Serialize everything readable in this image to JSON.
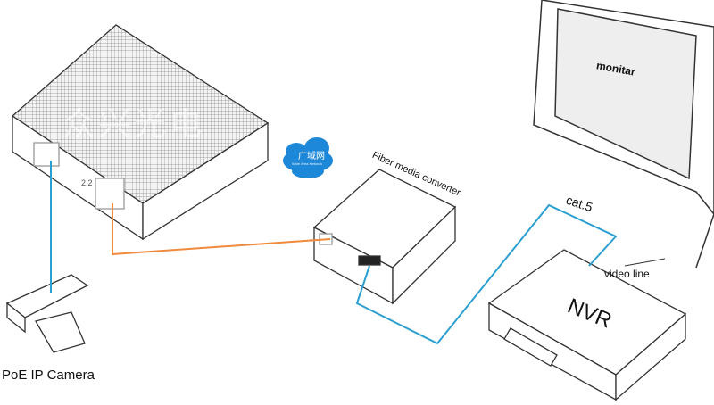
{
  "labels": {
    "camera": "PoE IP Camera",
    "converter": "Fiber media converter",
    "monitor": "monitar",
    "nvr": "NVR",
    "cat5": "cat.5",
    "video_line": "video line",
    "cloud_cn": "广域网",
    "cloud_en": "Wide Area Network",
    "watermark": "众兴光电",
    "port_label": "2.2"
  },
  "colors": {
    "fiber": "#f08a3c",
    "ethernet": "#2a9fd0",
    "cloud": "#1e88d8"
  }
}
